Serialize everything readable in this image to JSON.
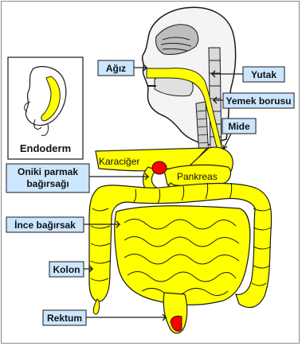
{
  "colors": {
    "endoderm": "#ffff00",
    "label_box": "#cce6ff",
    "outline": "#1a1a1a",
    "highlight": "#ff0000",
    "tissue": "#d9d9d9"
  },
  "inset": {
    "title": "Endoderm"
  },
  "labels": {
    "mouth": "Ağız",
    "pharynx": "Yutak",
    "esophagus": "Yemek borusu",
    "stomach": "Mide",
    "liver": "Karaciğer",
    "pancreas": "Pankreas",
    "duodenum_line1": "Oniki parmak",
    "duodenum_line2": "bağırsağı",
    "small_intestine": "İnce bağırsak",
    "colon": "Kolon",
    "rectum": "Rektum"
  }
}
